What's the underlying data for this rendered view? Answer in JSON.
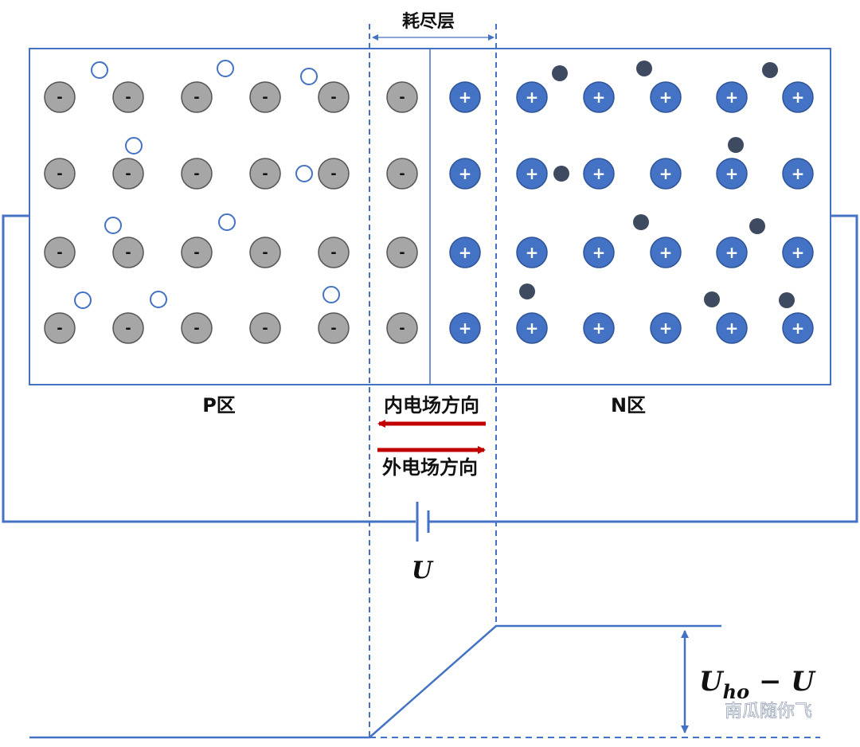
{
  "labels": {
    "depletion_layer": "耗尽层",
    "p_region": "P区",
    "n_region": "N区",
    "inner_field": "内电场方向",
    "outer_field": "外电场方向",
    "voltage": "U",
    "potential_main": "U",
    "potential_sub": "ho",
    "potential_tail": " − U",
    "watermark": "南瓜随你飞"
  },
  "ions": {
    "negative_sign": "-",
    "positive_sign": "+"
  },
  "colors": {
    "frame": "#4472c4",
    "negative_ion": "#a6a6a6",
    "positive_ion": "#4472c4",
    "electron": "#3d4a60",
    "field_arrow": "#c00000",
    "text": "#111111"
  }
}
